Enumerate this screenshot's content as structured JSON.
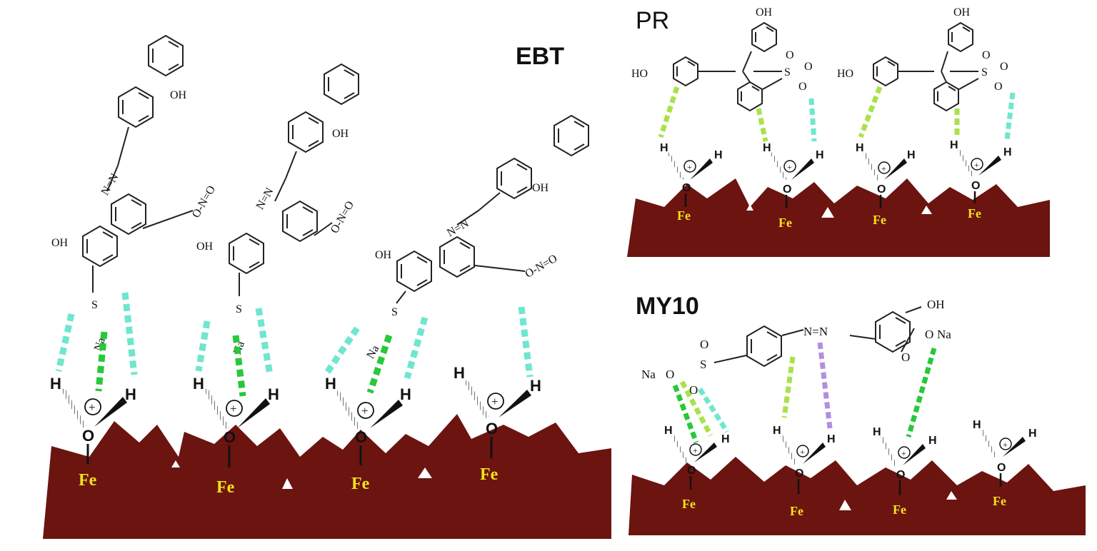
{
  "panels": {
    "ebt": {
      "title": "EBT",
      "sites": 4
    },
    "pr": {
      "title": "PR",
      "sites": 4
    },
    "my10": {
      "title": "MY10",
      "sites": 4
    }
  },
  "labels": {
    "iron": "Fe",
    "oxygen": "O",
    "hydrogen": "H",
    "plus": "+",
    "hydroxyl": "OH",
    "hydroxyl_left": "HO",
    "sulfonate": "S",
    "sodium": "Na",
    "azo": "N=N",
    "nitro": "O-N=O"
  },
  "colors": {
    "surface": "#6b1410",
    "iron_text": "#f5e21a",
    "hbond_cyan": "#6fe6cf",
    "hbond_green": "#27c83a",
    "hbond_lime": "#a8e24a",
    "hbond_violet": "#b38ee0"
  }
}
